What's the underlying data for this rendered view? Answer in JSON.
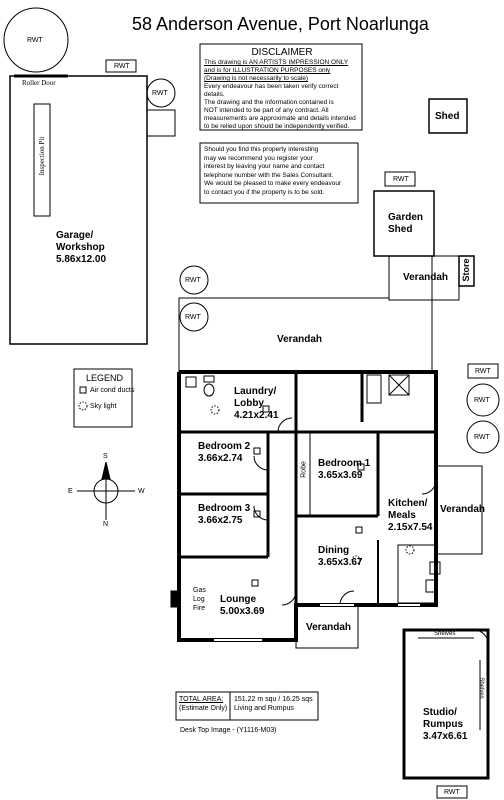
{
  "title": "58 Anderson Avenue, Port Noarlunga",
  "disclaimer": {
    "heading": "DISCLAIMER",
    "line1": "This drawing is AN ARTISTS IMPRESSION ONLY",
    "line2": "and is for ILLUSTRATION PURPOSES only",
    "line3": "(Drawing is not necessarily to scale)",
    "line4": "Every endeavour has been taken verify correct details.",
    "line5": "The drawing and the information contained is",
    "line6": "NOT intended to be part of any contract.  All",
    "line7": "measurements are approximate and details intended",
    "line8": "to be relied upon should be independently verified."
  },
  "notice": {
    "line1": "Should you find this property interesting",
    "line2": "may we recommend you register your",
    "line3": "interest by leaving your name and contact",
    "line4": "telephone number with the Sales Consultant.",
    "line5": "We would be pleased to make every endeavour",
    "line6": "to contact you if the property is to be sold."
  },
  "labels": {
    "rwt": "RWT",
    "roller_door": "Roller Door",
    "inspection_pit": "Inspection Pit",
    "garage_line1": "Garage/",
    "garage_line2": "Workshop",
    "garage_dims": "5.86x12.00",
    "shed": "Shed",
    "garden_shed_line1": "Garden",
    "garden_shed_line2": "Shed",
    "verandah": "Verandah",
    "store": "Store",
    "laundry_line1": "Laundry/",
    "laundry_line2": "Lobby",
    "laundry_dims": "4.21x2.41",
    "bedroom2": "Bedroom 2",
    "bedroom2_dims": "3.66x2.74",
    "bedroom3": "Bedroom 3",
    "bedroom3_dims": "3.66x2.75",
    "bedroom1": "Bedroom 1",
    "bedroom1_dims": "3.65x3.69",
    "robe": "Robe",
    "kitchen_line1": "Kitchen/",
    "kitchen_line2": "Meals",
    "kitchen_dims": "2.15x7.54",
    "dining": "Dining",
    "dining_dims": "3.65x3.67",
    "lounge": "Lounge",
    "lounge_dims": "5.00x3.69",
    "gas": "Gas",
    "log": "Log",
    "fire": "Fire",
    "shelves": "Shelves",
    "studio_line1": "Studio/",
    "studio_line2": "Rumpus",
    "studio_dims": "3.47x6.61"
  },
  "legend": {
    "title": "LEGEND",
    "item1": "Air cond ducts",
    "item2": "Sky light"
  },
  "compass": {
    "n": "N",
    "s": "S",
    "e": "E",
    "w": "W"
  },
  "area": {
    "label1": "TOTAL AREA:",
    "label2": "(Estimate Only)",
    "value1": "151.22 m squ /  16.25 sqs",
    "value2": "Living and Rumpus"
  },
  "footer": "Desk Top Image - (Y1116-M03)"
}
